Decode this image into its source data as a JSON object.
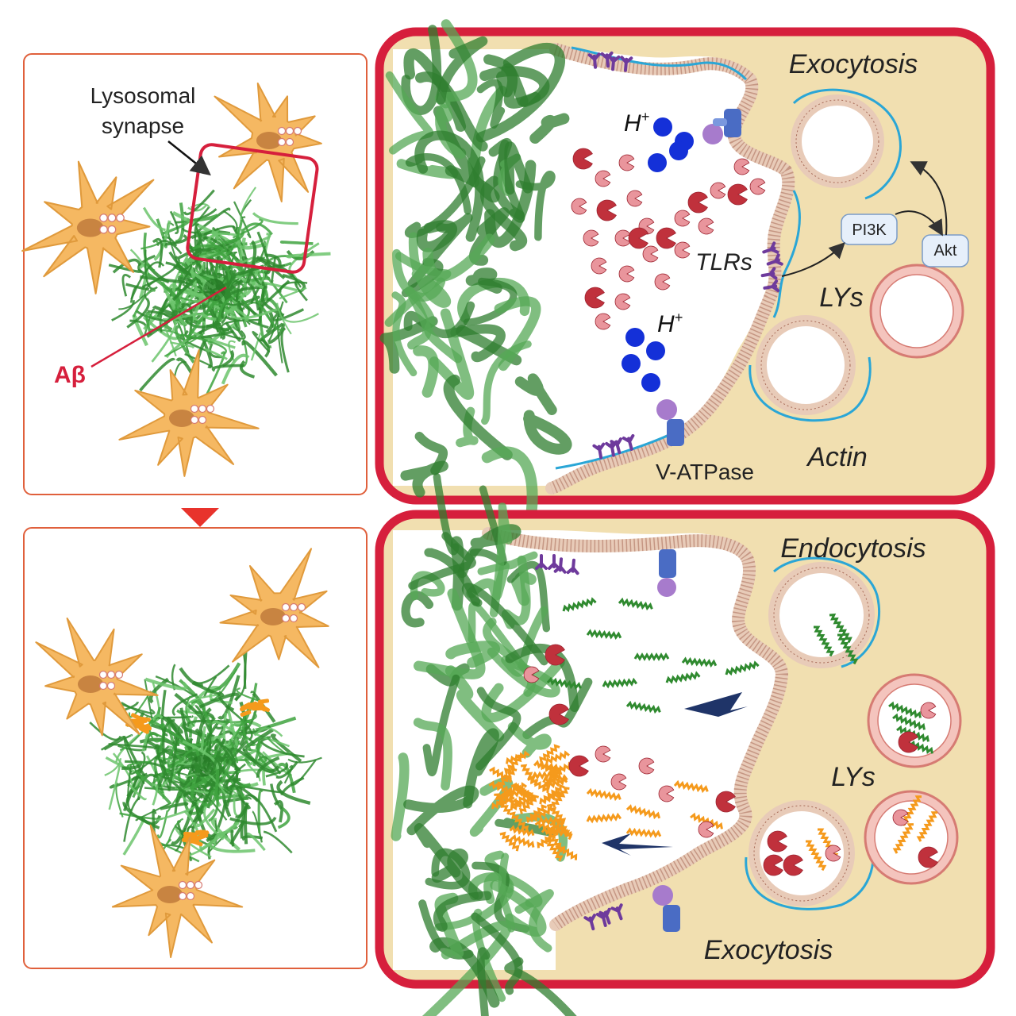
{
  "labels": {
    "lysosomal_synapse_line1": "Lysosomal",
    "lysosomal_synapse_line2": "synapse",
    "abeta": "Aβ",
    "exocytosis_top": "Exocytosis",
    "h_plus_1": "H",
    "h_plus_1_sup": "+",
    "h_plus_2": "H",
    "h_plus_2_sup": "+",
    "tlrs": "TLRs",
    "pi3k": "PI3K",
    "akt": "Akt",
    "lys_top": "LYs",
    "actin": "Actin",
    "v_atpase": "V-ATPase",
    "endocytosis": "Endocytosis",
    "lys_bottom": "LYs",
    "exocytosis_bottom": "Exocytosis"
  },
  "colors": {
    "frame_red": "#d61f3c",
    "cell_tan": "#f1dfb0",
    "microglia": "#f5b862",
    "plaque_green": "#2f8a2f",
    "enzyme_dark": "#c0313c",
    "enzyme_light": "#e9959c",
    "proton_blue": "#1430d8",
    "actin_blue": "#2aa6d6",
    "orange_fibril": "#f59a1c",
    "arrow_navy": "#1f3468"
  }
}
